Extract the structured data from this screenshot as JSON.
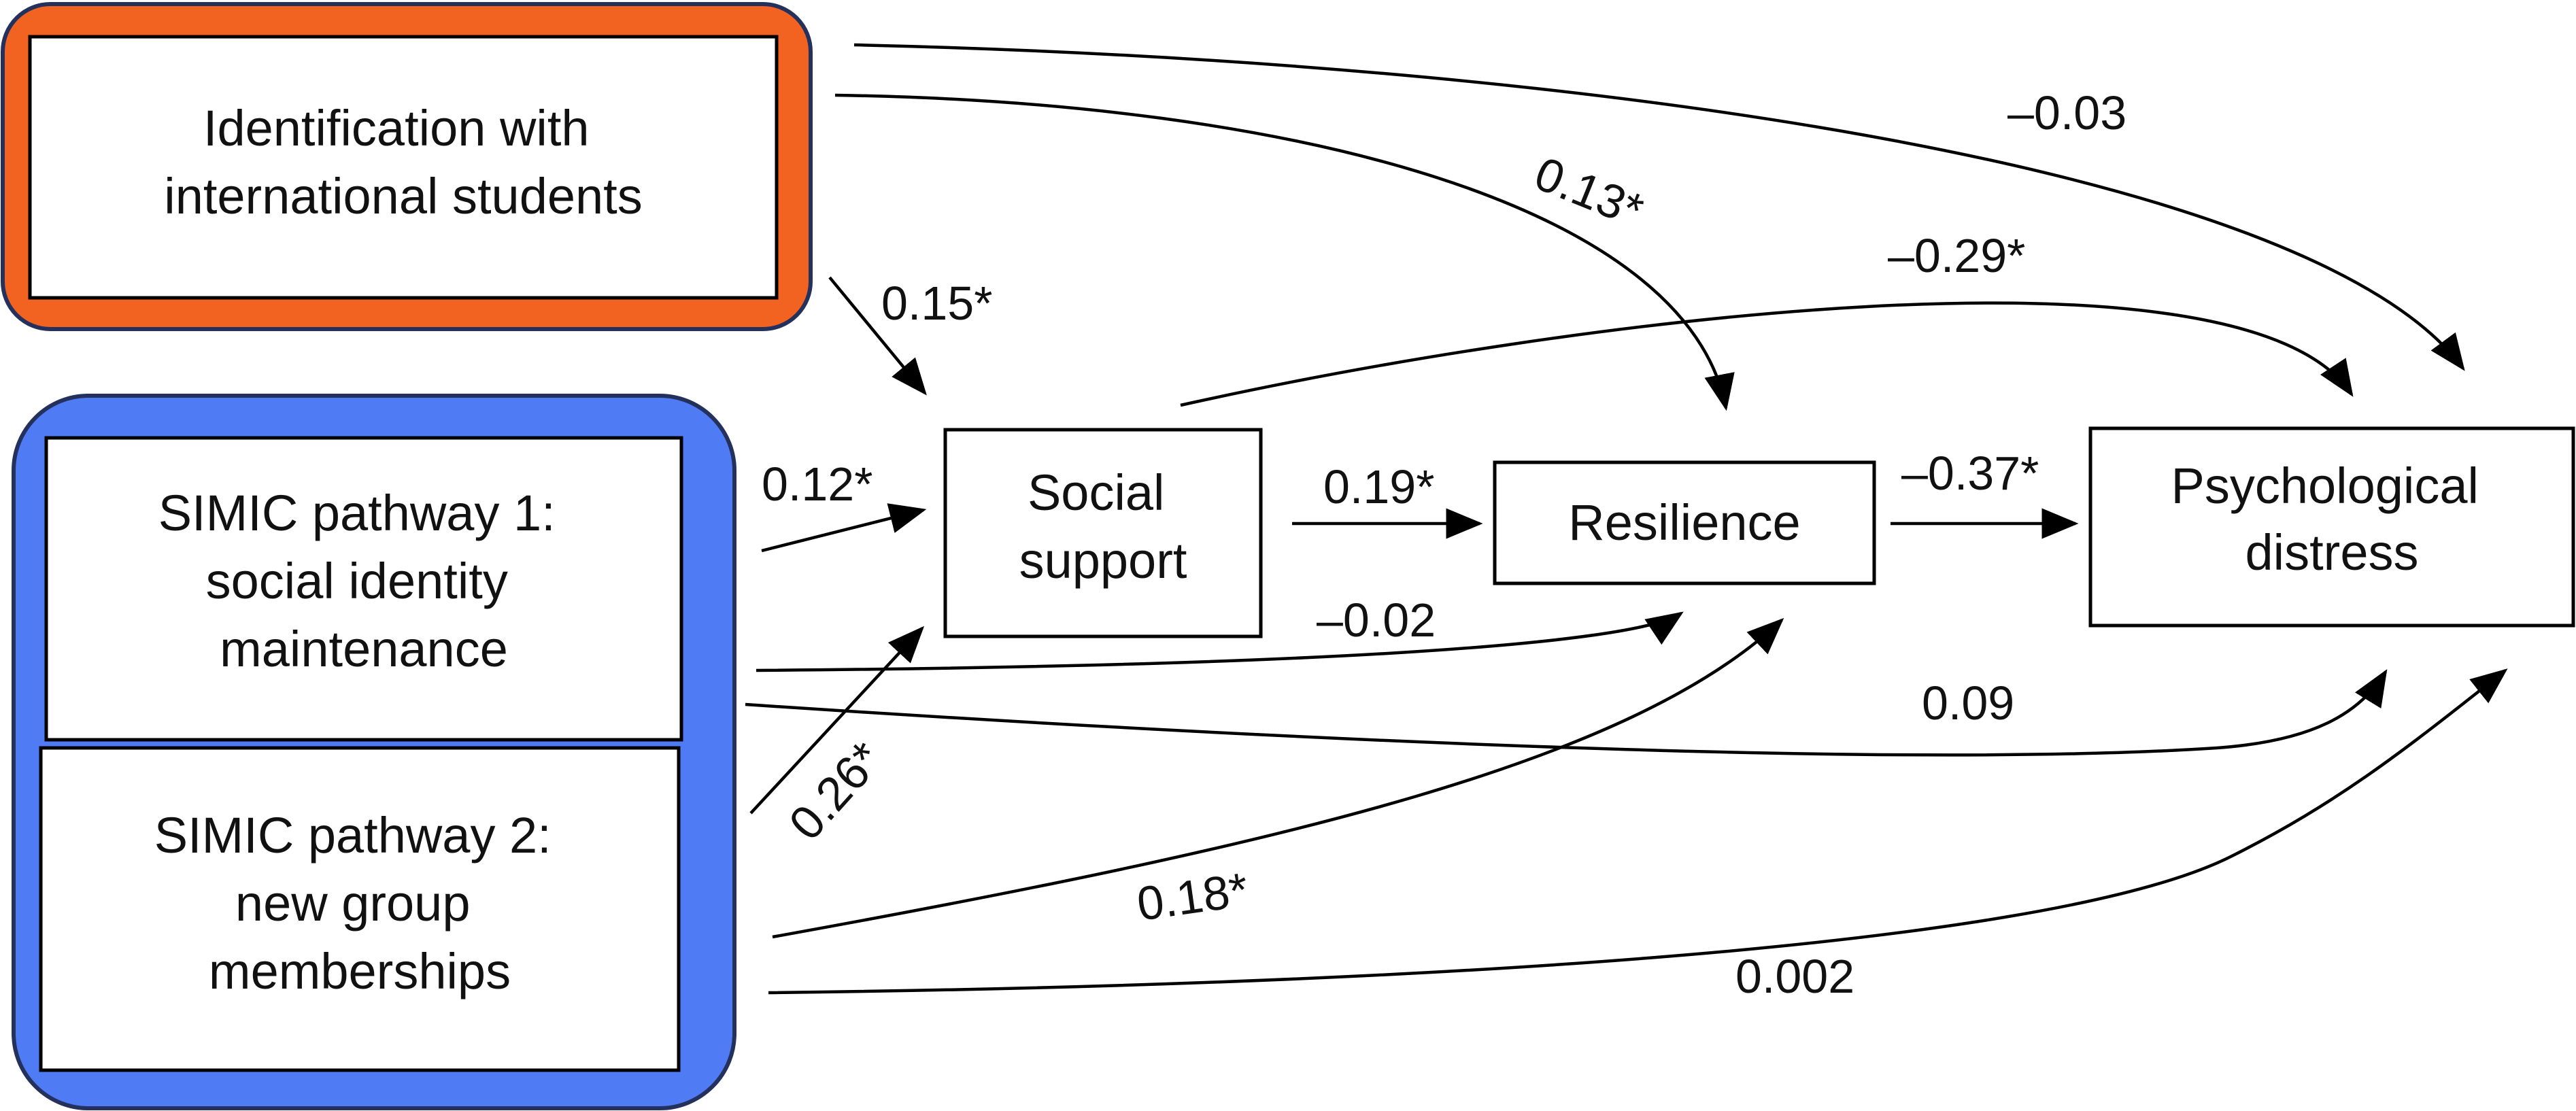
{
  "groups": {
    "orange": {
      "color": "#F26322",
      "border": "#23315c"
    },
    "blue": {
      "color": "#4F7BF5",
      "border": "#23315c"
    }
  },
  "nodes": {
    "identification": [
      "Identification with",
      "international students"
    ],
    "simic1": [
      "SIMIC pathway 1:",
      "social identity",
      "maintenance"
    ],
    "simic2": [
      "SIMIC pathway 2:",
      "new group",
      "memberships"
    ],
    "social_support": [
      "Social",
      "support"
    ],
    "resilience": [
      "Resilience"
    ],
    "distress": [
      "Psychological",
      "distress"
    ]
  },
  "edges": {
    "id_distress": "–0.03",
    "id_resilience": "0.13*",
    "id_support": "0.15*",
    "support_distress": "–0.29*",
    "simic1_support": "0.12*",
    "support_resilience": "0.19*",
    "resilience_distress": "–0.37*",
    "simic1_resilience": "–0.02",
    "simic1_distress": "0.09",
    "simic2_support": "0.26*",
    "simic2_resilience": "0.18*",
    "simic2_distress": "0.002"
  }
}
